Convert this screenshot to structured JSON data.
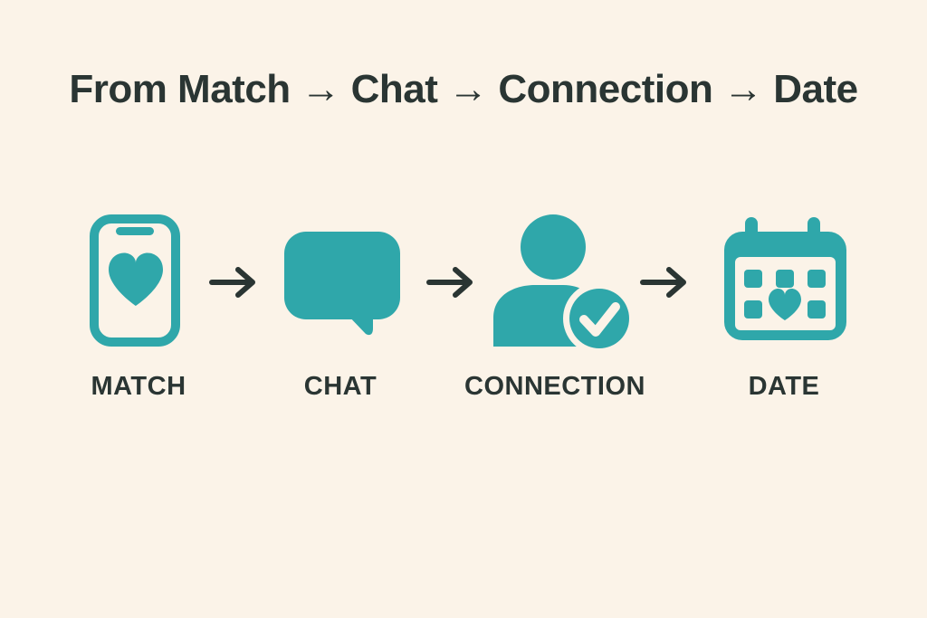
{
  "title": "From Match → Chat → Connection → Date",
  "colors": {
    "background": "#FBF3E8",
    "teal": "#2FA7AA",
    "dark": "#2A3533"
  },
  "steps": [
    {
      "label": "MATCH",
      "icon": "phone-heart"
    },
    {
      "label": "CHAT",
      "icon": "chat-bubble"
    },
    {
      "label": "CONNECTION",
      "icon": "person-check"
    },
    {
      "label": "DATE",
      "icon": "calendar-heart"
    }
  ],
  "arrow_glyph": "→"
}
